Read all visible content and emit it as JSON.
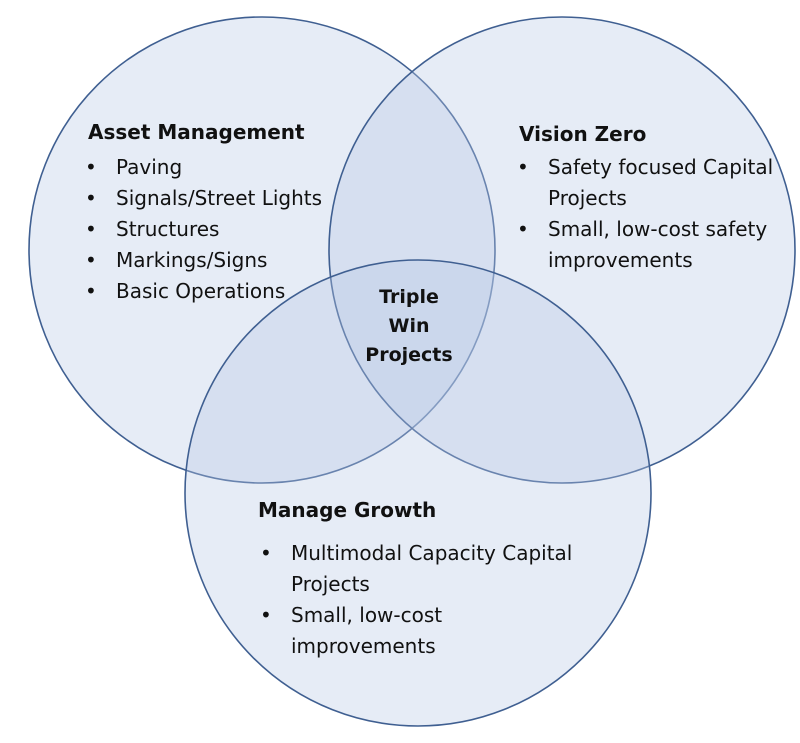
{
  "diagram": {
    "type": "venn-3",
    "colors": {
      "fill": "#b8c8e6",
      "fill_opacity": 0.35,
      "stroke": "#3f5f91"
    },
    "circles": [
      {
        "id": "asset-management",
        "title": "Asset Management",
        "items": [
          "Paving",
          "Signals/Street Lights",
          "Structures",
          "Markings/Signs",
          "Basic Operations"
        ]
      },
      {
        "id": "vision-zero",
        "title": "Vision Zero",
        "items": [
          "Safety focused Capital Projects",
          "Small, low-cost safety improvements"
        ]
      },
      {
        "id": "manage-growth",
        "title": "Manage Growth",
        "items": [
          "Multimodal Capacity Capital Projects",
          "Small, low-cost improvements"
        ]
      }
    ],
    "center": {
      "lines": [
        "Triple",
        "Win",
        "Projects"
      ]
    }
  }
}
